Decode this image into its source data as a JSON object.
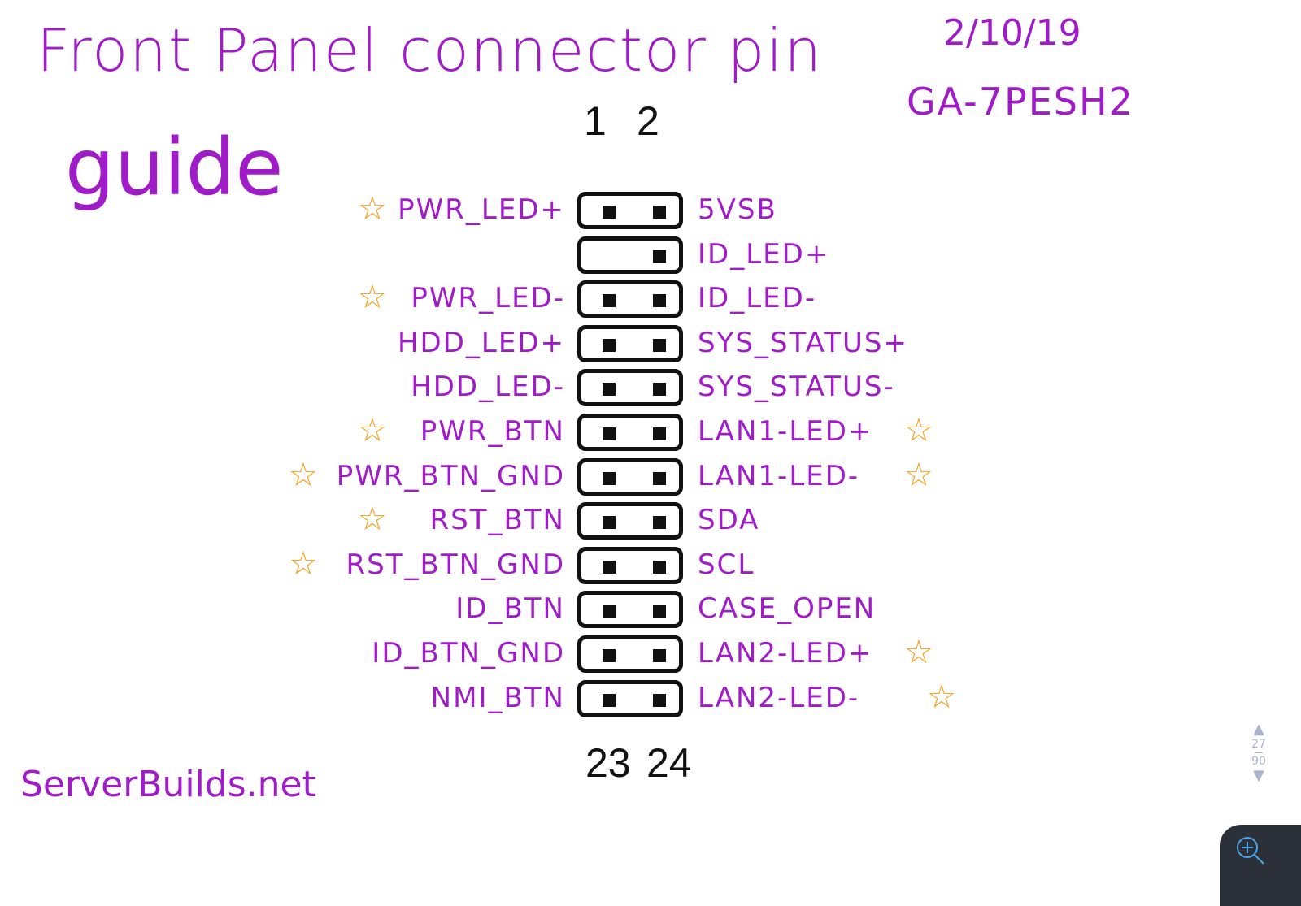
{
  "title": {
    "line1": "Front Panel connector pin",
    "line2": "guide"
  },
  "date": "2/10/19",
  "model": "GA-7PESH2",
  "site": "ServerBuilds.net",
  "pin_numbers": {
    "top_left": "1",
    "top_right": "2",
    "bottom_left": "23",
    "bottom_right": "24"
  },
  "rows": [
    {
      "left": "PWR_LED+",
      "right": "5VSB",
      "left_pin": true,
      "star_left": true,
      "star_right": false
    },
    {
      "left": "",
      "right": "ID_LED+",
      "left_pin": false,
      "star_left": false,
      "star_right": false
    },
    {
      "left": "PWR_LED-",
      "right": "ID_LED-",
      "left_pin": true,
      "star_left": true,
      "star_right": false
    },
    {
      "left": "HDD_LED+",
      "right": "SYS_STATUS+",
      "left_pin": true,
      "star_left": false,
      "star_right": false
    },
    {
      "left": "HDD_LED-",
      "right": "SYS_STATUS-",
      "left_pin": true,
      "star_left": false,
      "star_right": false
    },
    {
      "left": "PWR_BTN",
      "right": "LAN1-LED+",
      "left_pin": true,
      "star_left": true,
      "star_right": true
    },
    {
      "left": "PWR_BTN_GND",
      "right": "LAN1-LED-",
      "left_pin": true,
      "star_left": true,
      "star_right": true
    },
    {
      "left": "RST_BTN",
      "right": "SDA",
      "left_pin": true,
      "star_left": true,
      "star_right": false
    },
    {
      "left": "RST_BTN_GND",
      "right": "SCL",
      "left_pin": true,
      "star_left": true,
      "star_right": false
    },
    {
      "left": "ID_BTN",
      "right": "CASE_OPEN",
      "left_pin": true,
      "star_left": false,
      "star_right": false
    },
    {
      "left": "ID_BTN_GND",
      "right": "LAN2-LED+",
      "left_pin": true,
      "star_left": false,
      "star_right": true
    },
    {
      "left": "NMI_BTN",
      "right": "LAN2-LED-",
      "left_pin": true,
      "star_left": false,
      "star_right": true
    }
  ],
  "viewer": {
    "current_page": "27",
    "total_pages": "90",
    "zoom_icon": "zoom-in-icon"
  },
  "colors": {
    "ink": "#a01cc8",
    "star": "#f5a01a",
    "pins": "#111111"
  }
}
